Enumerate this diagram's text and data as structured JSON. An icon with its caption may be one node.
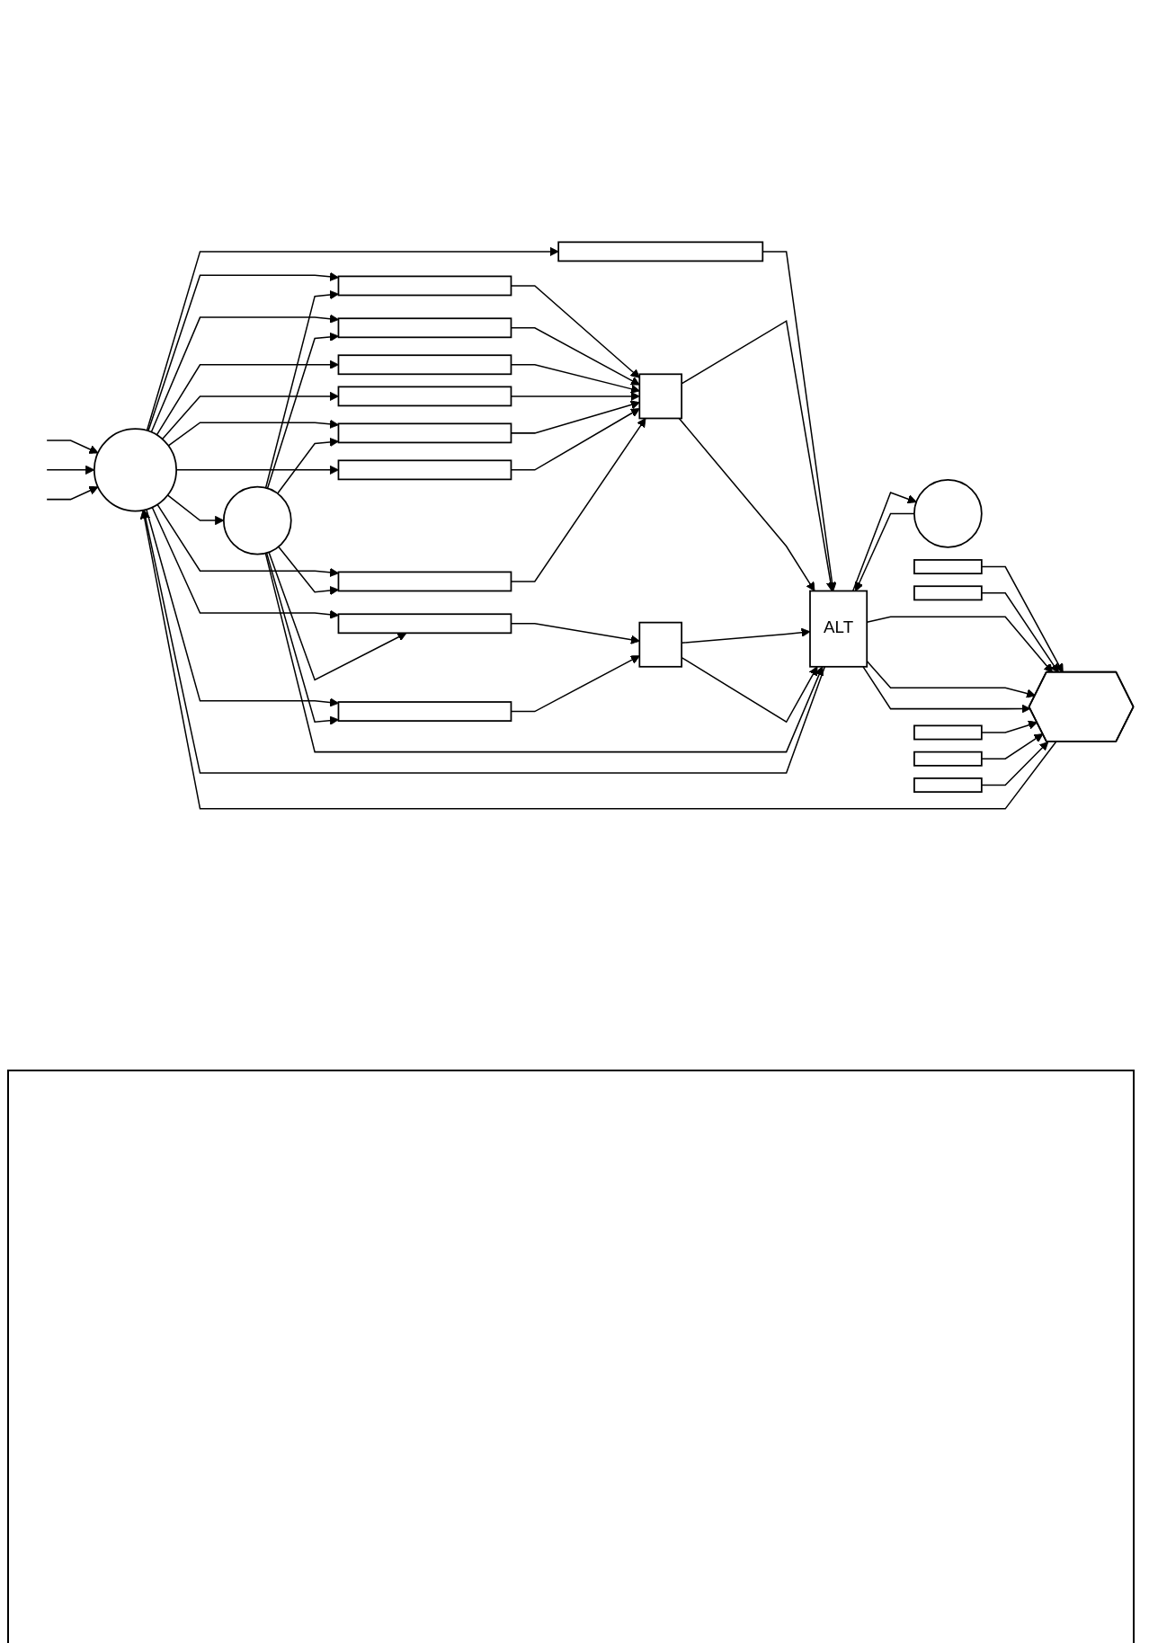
{
  "diagram": {
    "nodes": [
      {
        "text": [],
        "shape": "box"
      },
      {
        "text": [],
        "shape": "circle"
      },
      {
        "text": [],
        "shape": "box"
      },
      {
        "text": [],
        "shape": "box"
      },
      {
        "text": [],
        "shape": "box"
      },
      {
        "text": [],
        "shape": "box"
      },
      {
        "text": [],
        "shape": "box"
      },
      {
        "text": [],
        "shape": "box"
      },
      {
        "text": [],
        "shape": "box"
      },
      {
        "text": [],
        "shape": "box"
      },
      {
        "text": [],
        "shape": "box"
      },
      {
        "text": [],
        "shape": "box"
      },
      {
        "text": [],
        "shape": "box"
      },
      {
        "text": [],
        "shape": "bar"
      },
      {
        "text": [],
        "shape": "bar"
      },
      {
        "text": [
          "ALT"
        ]
      },
      {
        "text": [],
        "shape": "bar"
      },
      {
        "text": [],
        "shape": "bar"
      },
      {
        "text": [],
        "shape": "bar"
      },
      {
        "text": [],
        "shape": "hexagon"
      },
      {
        "text": [],
        "shape": "circle"
      },
      {
        "text": [],
        "shape": "circle"
      }
    ],
    "edges": [
      {
        "from": null,
        "to": 1,
        "arrow": "to"
      },
      {
        "from": null,
        "to": 1,
        "arrow": "to"
      },
      {
        "from": null,
        "to": 1,
        "arrow": "to"
      },
      {
        "from": 1,
        "to": 0,
        "arrow": "to"
      },
      {
        "from": 1,
        "to": 2,
        "arrow": "to"
      },
      {
        "from": 1,
        "to": 3,
        "arrow": "to"
      },
      {
        "from": 1,
        "to": 4,
        "arrow": "to"
      },
      {
        "from": 1,
        "to": 5,
        "arrow": "to"
      },
      {
        "from": 1,
        "to": 6,
        "arrow": "to"
      },
      {
        "from": 1,
        "to": 7,
        "arrow": "to"
      },
      {
        "from": 1,
        "to": 8,
        "arrow": "to"
      },
      {
        "from": 1,
        "to": 9,
        "arrow": "to"
      },
      {
        "from": 1,
        "to": 10,
        "arrow": "to"
      },
      {
        "from": 1,
        "to": 20,
        "arrow": "to"
      },
      {
        "from": 20,
        "to": 2,
        "arrow": "to"
      },
      {
        "from": 20,
        "to": 3,
        "arrow": "to"
      },
      {
        "from": 20,
        "to": 6,
        "arrow": "to"
      },
      {
        "from": 20,
        "to": 8,
        "arrow": "to"
      },
      {
        "from": 20,
        "to": 9,
        "arrow": "to"
      },
      {
        "from": 20,
        "to": 10,
        "arrow": "to"
      },
      {
        "from": 0,
        "to": 15,
        "arrow": "to"
      },
      {
        "from": 2,
        "to": 11,
        "arrow": "to"
      },
      {
        "from": 3,
        "to": 11,
        "arrow": "to"
      },
      {
        "from": 4,
        "to": 11,
        "arrow": "to"
      },
      {
        "from": 5,
        "to": 11,
        "arrow": "to"
      },
      {
        "from": 6,
        "to": 11,
        "arrow": "to"
      },
      {
        "from": 7,
        "to": 11,
        "arrow": "to"
      },
      {
        "from": 8,
        "to": 11,
        "arrow": "to"
      },
      {
        "from": 9,
        "to": 12,
        "arrow": "to"
      },
      {
        "from": 10,
        "to": 12,
        "arrow": "to"
      },
      {
        "from": 11,
        "to": 15,
        "arrow": "to"
      },
      {
        "from": 11,
        "to": 15,
        "arrow": "to"
      },
      {
        "from": 12,
        "to": 15,
        "arrow": "to"
      },
      {
        "from": 12,
        "to": 15,
        "arrow": "to"
      },
      {
        "from": 20,
        "to": 15,
        "arrow": "to"
      },
      {
        "from": 15,
        "to": 21,
        "arrow": "to"
      },
      {
        "from": 21,
        "to": 15,
        "arrow": "to"
      },
      {
        "from": 13,
        "to": 19,
        "arrow": "to"
      },
      {
        "from": 14,
        "to": 19,
        "arrow": "to"
      },
      {
        "from": 15,
        "to": 19,
        "arrow": "to"
      },
      {
        "from": 15,
        "to": 19,
        "arrow": "to"
      },
      {
        "from": 15,
        "to": 19,
        "arrow": "to"
      },
      {
        "from": 16,
        "to": 19,
        "arrow": "to"
      },
      {
        "from": 17,
        "to": 19,
        "arrow": "to"
      },
      {
        "from": 18,
        "to": 19,
        "arrow": "to"
      },
      {
        "from": 15,
        "to": 1,
        "arrow": "to"
      },
      {
        "from": 19,
        "to": 1,
        "arrow": "to"
      }
    ]
  }
}
